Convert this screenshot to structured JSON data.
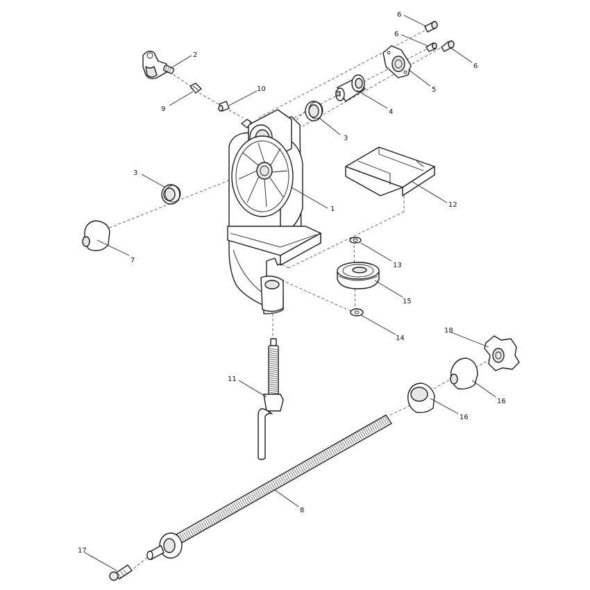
{
  "diagram": {
    "type": "exploded-parts-view",
    "callouts": [
      {
        "id": "c1",
        "label": "1"
      },
      {
        "id": "c2",
        "label": "2"
      },
      {
        "id": "c3a",
        "label": "3"
      },
      {
        "id": "c3b",
        "label": "3"
      },
      {
        "id": "c4",
        "label": "4"
      },
      {
        "id": "c5",
        "label": "5"
      },
      {
        "id": "c6a",
        "label": "6"
      },
      {
        "id": "c6b",
        "label": "6"
      },
      {
        "id": "c6c",
        "label": "6"
      },
      {
        "id": "c7",
        "label": "7"
      },
      {
        "id": "c8",
        "label": "8"
      },
      {
        "id": "c9",
        "label": "9"
      },
      {
        "id": "c10",
        "label": "10"
      },
      {
        "id": "c11",
        "label": "11"
      },
      {
        "id": "c12",
        "label": "12"
      },
      {
        "id": "c13",
        "label": "13"
      },
      {
        "id": "c14",
        "label": "14"
      },
      {
        "id": "c15",
        "label": "15"
      },
      {
        "id": "c16a",
        "label": "16"
      },
      {
        "id": "c16b",
        "label": "16"
      },
      {
        "id": "c17",
        "label": "17"
      },
      {
        "id": "c18",
        "label": "18"
      }
    ]
  }
}
